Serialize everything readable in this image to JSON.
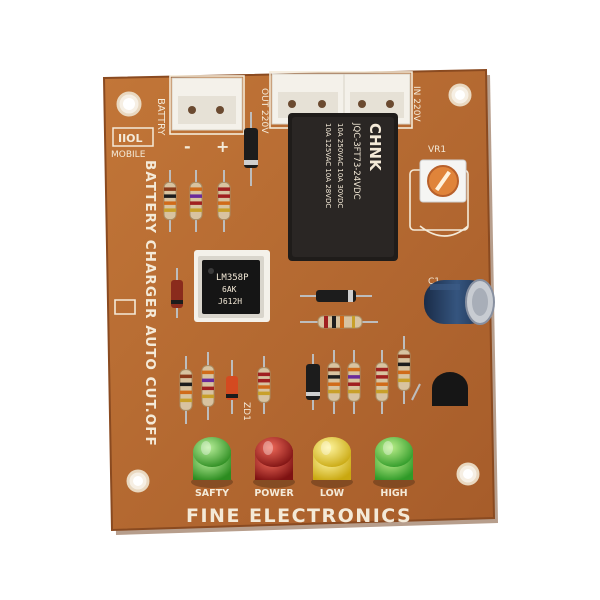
{
  "board": {
    "brand": "FINE ELECTRONICS",
    "title": "BATTERY CHARGER AUTO CUT.OFF",
    "maker_mark": "MOBILE",
    "battery_label": "BATTRY",
    "minus_label": "-",
    "plus_label": "+",
    "out_label": "OUT 220V",
    "in_label": "IN 220V",
    "vr_label": "VR1",
    "c_label": "C1",
    "zd_label": "ZD1",
    "led_labels": [
      "SAFTY",
      "POWER",
      "LOW",
      "HIGH"
    ]
  },
  "relay": {
    "brand": "CHNK",
    "model": "JQC-3FT73-24VDC",
    "rating1": "10A 250VAC 10A 30VDC",
    "rating2": "10A 125VAC 10A 28VDC"
  },
  "ic": {
    "line1": "LM358P",
    "line2": "6AK",
    "line3": "J612H"
  },
  "colors": {
    "pcb": "#b86a32",
    "silkscreen": "#f4ead8",
    "relay": "#1f1c1a",
    "led_green": "#39b02d",
    "led_red": "#b01c1c",
    "led_yellow": "#e8d21a",
    "capacitor": "#243a5a"
  }
}
